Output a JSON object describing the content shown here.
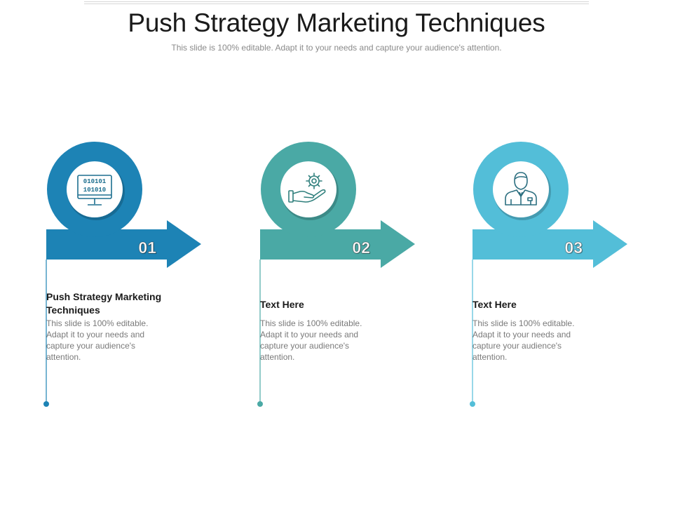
{
  "slide": {
    "title": "Push Strategy Marketing Techniques",
    "subtitle": "This slide is 100% editable. Adapt it to your needs and capture your audience's attention."
  },
  "steps": [
    {
      "number": "01",
      "title": "Push Strategy Marketing Techniques",
      "body": "This slide is 100% editable. Adapt it to your needs and capture your audience's attention.",
      "icon": "binary-monitor-icon",
      "color": "#1d83b5",
      "ring_shadow": "#176a93"
    },
    {
      "number": "02",
      "title": "Text Here",
      "body": "This slide is 100% editable. Adapt it to your needs and capture your audience's attention.",
      "icon": "hand-gear-icon",
      "color": "#4aa9a5",
      "ring_shadow": "#3a8a87"
    },
    {
      "number": "03",
      "title": "Text Here",
      "body": "This slide is 100% editable. Adapt it to your needs and capture your audience's attention.",
      "icon": "businessman-icon",
      "color": "#53bed8",
      "ring_shadow": "#3fa3bc"
    }
  ]
}
